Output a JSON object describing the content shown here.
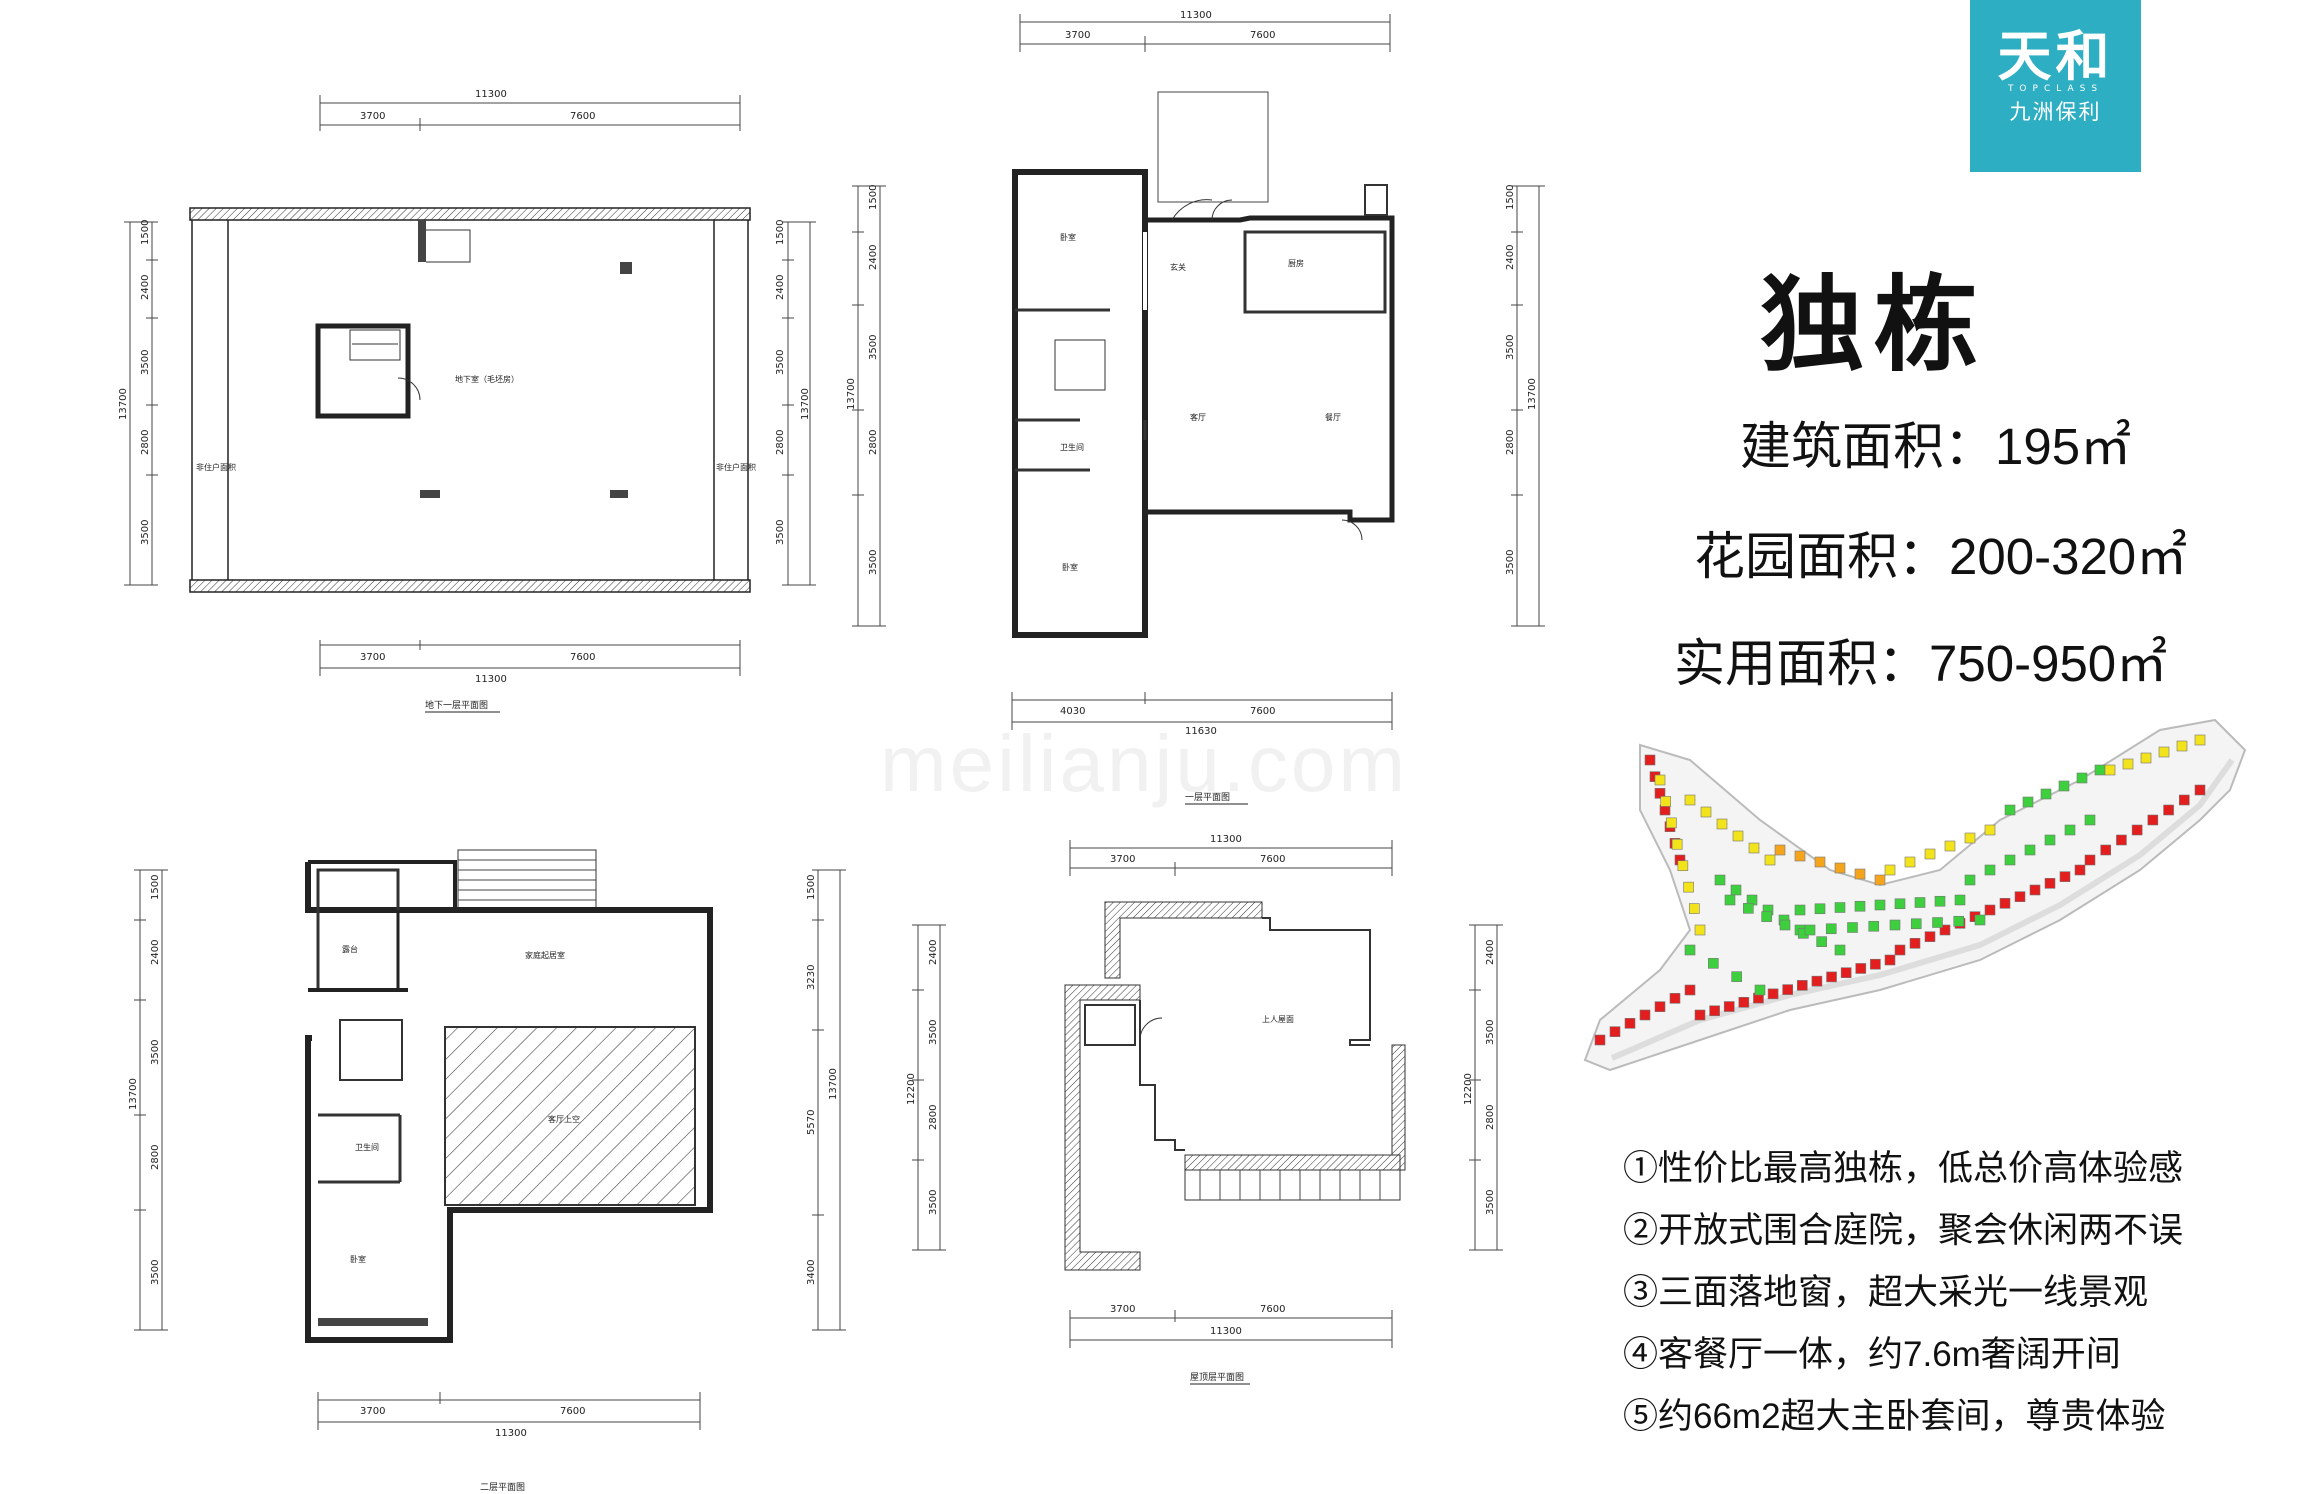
{
  "logo": {
    "brand": "天和",
    "sub": "TOPCLASS",
    "company": "九洲保利"
  },
  "title": "独栋",
  "areas": [
    {
      "label": "建筑面积：195㎡"
    },
    {
      "label": "花园面积：200-320㎡"
    },
    {
      "label": "实用面积：750-950㎡"
    }
  ],
  "features": [
    "①性价比最高独栋，低总价高体验感",
    "②开放式围合庭院，聚会休闲两不误",
    "③三面落地窗，超大采光一线景观",
    "④客餐厅一体，约7.6m奢阔开间",
    "⑤约66m2超大主卧套间，尊贵体验"
  ],
  "watermark": "meilianju.com",
  "plans": {
    "basement": {
      "caption": "地下一层平面图",
      "dims_top": [
        "11300",
        "3700",
        "7600"
      ],
      "dims_bottom": [
        "3700",
        "7600",
        "11300"
      ],
      "dims_left": [
        "1500",
        "2400",
        "3500",
        "2800",
        "3500",
        "13700"
      ],
      "dims_right": [
        "1500",
        "2400",
        "3500",
        "2800",
        "3500",
        "13700"
      ],
      "rooms": [
        "地下室（毛坯房）",
        "非住户面积",
        "非住户面积"
      ]
    },
    "first": {
      "caption": "一层平面图",
      "dims_top": [
        "11300",
        "3700",
        "7600"
      ],
      "dims_bottom": [
        "4030",
        "7600",
        "11630"
      ],
      "dims_left": [
        "1500",
        "2400",
        "3500",
        "2800",
        "3500",
        "13700"
      ],
      "dims_right": [
        "1500",
        "2400",
        "3500",
        "2800",
        "3500",
        "13700"
      ],
      "rooms": [
        "卧室",
        "玄关",
        "厨房",
        "客厅",
        "餐厅",
        "卫生间",
        "卧室"
      ]
    },
    "second": {
      "caption": "二层平面图",
      "dims_bottom": [
        "3700",
        "7600",
        "11300"
      ],
      "dims_left": [
        "1500",
        "2400",
        "3500",
        "2800",
        "3500",
        "13700"
      ],
      "dims_right": [
        "1500",
        "3230",
        "5570",
        "3400",
        "13700"
      ],
      "rooms": [
        "露台",
        "家庭起居室",
        "客厅上空",
        "卫生间",
        "卧室"
      ]
    },
    "roof": {
      "caption": "屋顶层平面图",
      "dims_top": [
        "11300",
        "3700",
        "7600"
      ],
      "dims_bottom": [
        "3700",
        "7600",
        "11300"
      ],
      "dims_left": [
        "2400",
        "3500",
        "2800",
        "3500",
        "12200"
      ],
      "dims_right": [
        "2400",
        "3500",
        "2800",
        "3500",
        "12200"
      ],
      "rooms": [
        "上人屋面"
      ]
    }
  },
  "colors": {
    "logo_bg": "#2eaec2",
    "site_red": "#e31e1e",
    "site_green": "#3ecf3e",
    "site_yellow": "#f2e31b",
    "site_orange": "#f4a51c"
  }
}
